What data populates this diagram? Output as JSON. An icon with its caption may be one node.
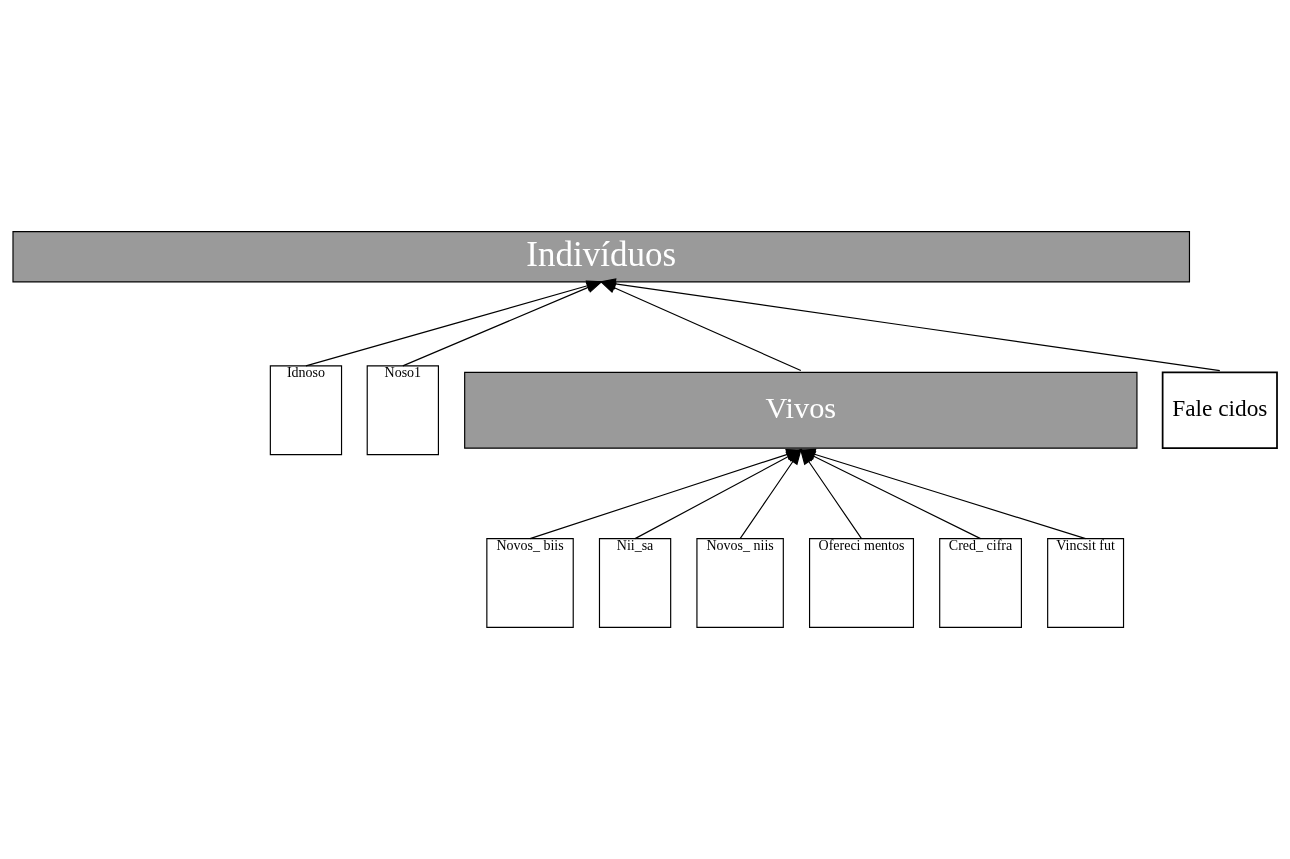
{
  "diagram": {
    "nodes": [
      {
        "text": [
          "Indivíduos"
        ]
      },
      {
        "text": [
          "Idnoso"
        ]
      },
      {
        "text": [
          "Noso1"
        ]
      },
      {
        "text": [
          "Vivos"
        ]
      },
      {
        "text": [
          "Fale cidos"
        ]
      },
      {
        "text": [
          "Novos_ biis"
        ]
      },
      {
        "text": [
          "Nii_sa"
        ]
      },
      {
        "text": [
          "Novos_ niis"
        ]
      },
      {
        "text": [
          "Ofereci mentos"
        ]
      },
      {
        "text": [
          "Cred_ cifra"
        ]
      },
      {
        "text": [
          "Vincsit fut"
        ]
      }
    ],
    "edges": [
      {
        "from": 1,
        "to": 0,
        "arrow": "to"
      },
      {
        "from": 2,
        "to": 0,
        "arrow": "to"
      },
      {
        "from": 3,
        "to": 0,
        "arrow": "to"
      },
      {
        "from": 4,
        "to": 0,
        "arrow": "to"
      },
      {
        "from": 5,
        "to": 3,
        "arrow": "to"
      },
      {
        "from": 6,
        "to": 3,
        "arrow": "to"
      },
      {
        "from": 7,
        "to": 3,
        "arrow": "to"
      },
      {
        "from": 8,
        "to": 3,
        "arrow": "to"
      },
      {
        "from": 9,
        "to": 3,
        "arrow": "to"
      },
      {
        "from": 10,
        "to": 3,
        "arrow": "to"
      }
    ]
  }
}
